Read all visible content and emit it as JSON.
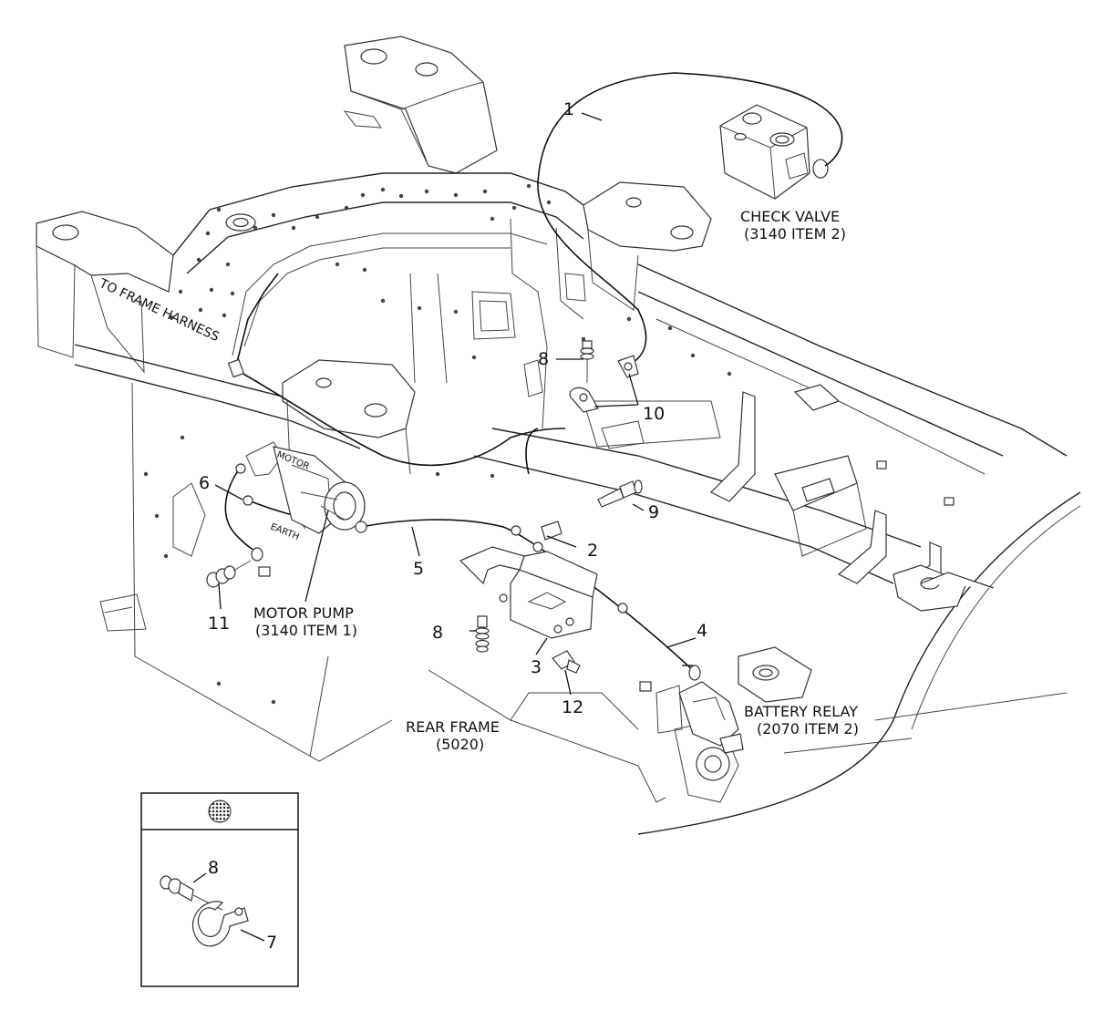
{
  "callouts": {
    "c1": "1",
    "c2": "2",
    "c3": "3",
    "c4": "4",
    "c5": "5",
    "c6": "6",
    "c7": "7",
    "c8a": "8",
    "c8b": "8",
    "c8c": "8",
    "c9": "9",
    "c10": "10",
    "c11": "11",
    "c12": "12"
  },
  "labels": {
    "check_valve": "CHECK VALVE",
    "check_valve_ref": "(3140 ITEM 2)",
    "to_frame_harness": "TO FRAME HARNESS",
    "motor_pump": "MOTOR PUMP",
    "motor_pump_ref": "(3140 ITEM 1)",
    "rear_frame": "REAR FRAME",
    "rear_frame_ref": "(5020)",
    "battery_relay": "BATTERY RELAY",
    "battery_relay_ref": "(2070 ITEM 2)",
    "earth_tag": "EARTH",
    "motor_tag": "MOTOR"
  },
  "inset": {
    "header_symbol": "grey-dotted-circle-icon"
  }
}
